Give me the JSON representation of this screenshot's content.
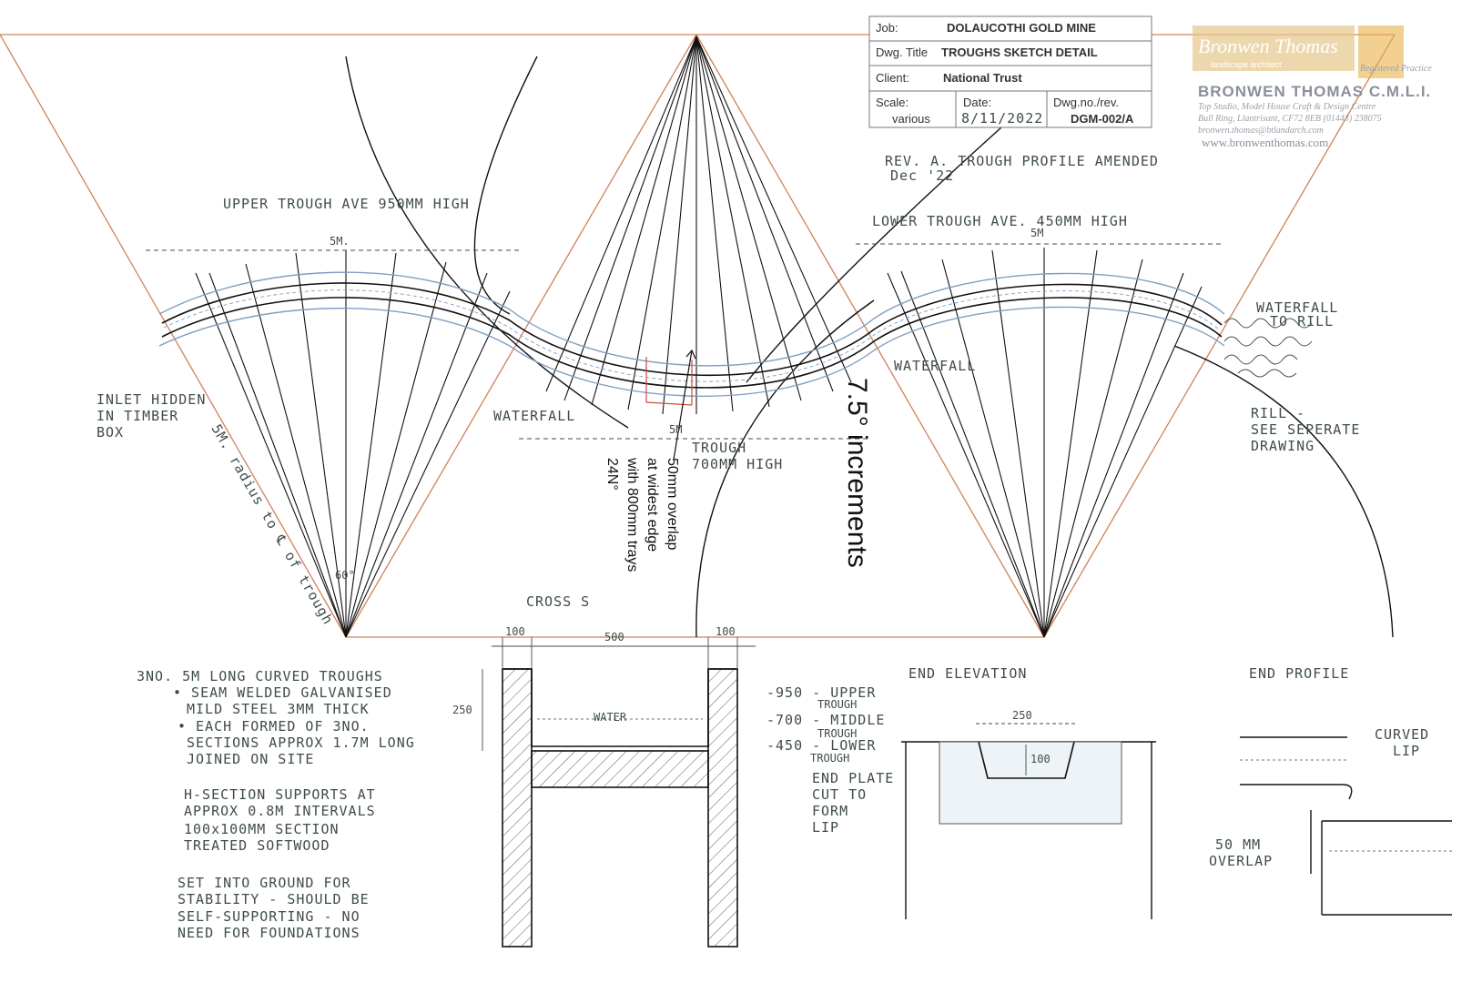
{
  "title_block": {
    "job_label": "Job:",
    "job_value": "DOLAUCOTHI GOLD MINE",
    "title_label": "Dwg. Title",
    "title_value": "TROUGHS SKETCH DETAIL",
    "client_label": "Client:",
    "client_value": "National Trust",
    "scale_label": "Scale:",
    "scale_value": "various",
    "date_label": "Date:",
    "date_value": "8/11/2022",
    "dwg_label": "Dwg.no./rev.",
    "dwg_value": "DGM-002/A"
  },
  "company": {
    "logo_text": "Bronwen Thomas",
    "logo_sub": "landscape architect",
    "badge": "Registered Practice",
    "name": "BRONWEN THOMAS C.M.L.I.",
    "address1": "Top Studio, Model House Craft & Design Centre",
    "address2": "Bull Ring, Llantrisant, CF72 8EB  (01443) 238075",
    "email": "bronwen.thomas@btlandarch.com",
    "website": "www.bronwenthomas.com"
  },
  "annotations": {
    "revision": "REV. A. TROUGH PROFILE AMENDED",
    "revision_date": "Dec '22",
    "upper_trough": "UPPER TROUGH   AVE   950MM HIGH",
    "upper_dim": "5M.",
    "lower_trough": "LOWER TROUGH AVE. 450MM HIGH",
    "lower_dim": "5M",
    "middle_dim": "5M",
    "middle_trough_1": "TROUGH",
    "middle_trough_2": "700MM  HIGH",
    "waterfall_left": "WATERFALL",
    "waterfall_mid": "WATERFALL",
    "waterfall_rill_1": "WATERFALL",
    "waterfall_rill_2": "TO RILL",
    "rill_1": "RILL -",
    "rill_2": "SEE SEPERATE",
    "rill_3": "DRAWING",
    "inlet_1": "INLET HIDDEN",
    "inlet_2": "IN TIMBER",
    "inlet_3": "BOX",
    "radius": "5M. radius to ℄ of trough",
    "angle": "60°",
    "increments": "7.5° increments",
    "overlap_1": "50mm overlap",
    "overlap_2": "at widest edge",
    "overlap_3": "with 800mm trays",
    "overlap_4": "24N°",
    "cross_section": "CROSS S",
    "end_elevation": "END ELEVATION",
    "end_profile": "END PROFILE"
  },
  "notes": {
    "line1": "3NO. 5M LONG CURVED TROUGHS",
    "line2": "• SEAM WELDED GALVANISED",
    "line3": "MILD STEEL  3MM THICK",
    "line4": "• EACH FORMED OF 3NO.",
    "line5": "SECTIONS APPROX 1.7M LONG",
    "line6": "JOINED ON SITE",
    "line7": "H-SECTION SUPPORTS AT",
    "line8": "APPROX 0.8M INTERVALS",
    "line9": "100x100MM SECTION",
    "line10": "TREATED SOFTWOOD",
    "line11": "SET INTO GROUND FOR",
    "line12": "STABILITY - SHOULD BE",
    "line13": "SELF-SUPPORTING - NO",
    "line14": "NEED FOR FOUNDATIONS"
  },
  "section": {
    "dim_100_left": "100",
    "dim_500": "500",
    "dim_100_right": "100",
    "dim_250": "250",
    "water": "WATER",
    "h950": "-950 - UPPER",
    "h950b": "TROUGH",
    "h700": "-700 - MIDDLE",
    "h700b": "TROUGH",
    "h450": "-450 - LOWER",
    "h450b": "TROUGH"
  },
  "end_elev": {
    "dim_250": "250",
    "dim_100": "100",
    "plate1": "END PLATE",
    "plate2": "CUT TO",
    "plate3": "FORM",
    "plate4": "LIP"
  },
  "end_prof": {
    "curved1": "CURVED",
    "curved2": "LIP",
    "overlap1": "50 MM",
    "overlap2": "OVERLAP"
  },
  "colors": {
    "construction": "#d2805a",
    "ink": "#111111",
    "pencil": "#3f4d4a",
    "trough_blue": "#7f9fc0",
    "red_box": "#d04a3a"
  }
}
